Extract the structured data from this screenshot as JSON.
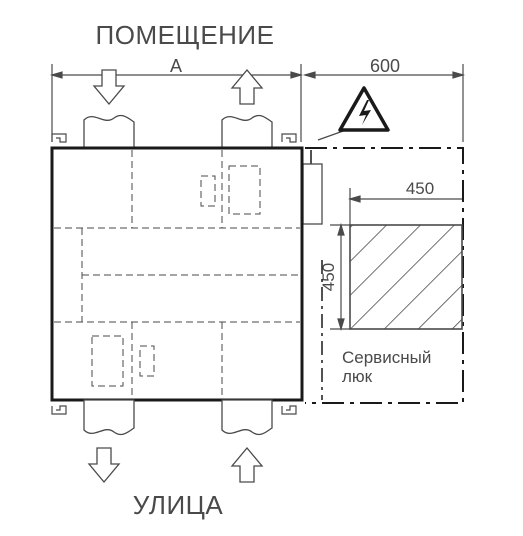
{
  "labels": {
    "room": "ПОМЕЩЕНИЕ",
    "street": "УЛИЦА",
    "dim_a": "A",
    "dim_600": "600",
    "dim_450_h": "450",
    "dim_450_v": "450",
    "service_line1": "Сервисный",
    "service_line2": "люк"
  },
  "colors": {
    "line": "#4a4a4a",
    "frame": "#1a1a1a",
    "background": "#ffffff"
  },
  "icons": {
    "warning": "high-voltage-warning-icon",
    "arrow_in": "arrow-down-outline-icon",
    "arrow_out": "arrow-up-outline-icon"
  }
}
